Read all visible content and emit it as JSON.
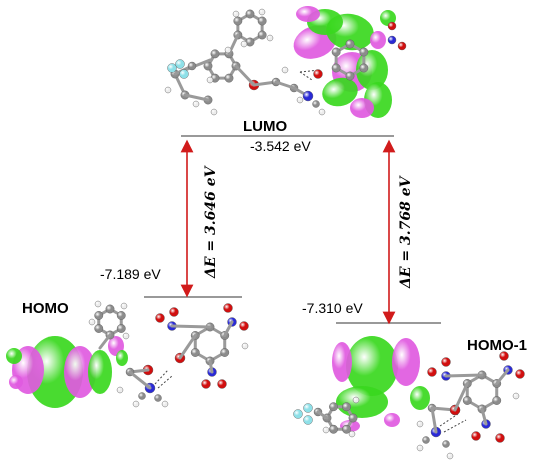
{
  "levels": {
    "lumo": {
      "title": "LUMO",
      "energy": "-3.542 eV"
    },
    "homo": {
      "title": "HOMO",
      "energy": "-7.189 eV"
    },
    "homo1": {
      "title": "HOMO-1",
      "energy": "-7.310 eV"
    }
  },
  "gaps": {
    "left": "ΔE = 3.646 eV",
    "right": "ΔE = 3.768 eV"
  },
  "colors": {
    "lobe_green": "#39d81e",
    "lobe_magenta": "#e05ae0",
    "carbon": "#8c8c8c",
    "hydrogen": "#ececec",
    "oxygen": "#d10f0f",
    "nitrogen": "#2a2ad6",
    "fluorine": "#8ee0e8",
    "arrow": "#d11b1b",
    "level_line": "#333333"
  }
}
